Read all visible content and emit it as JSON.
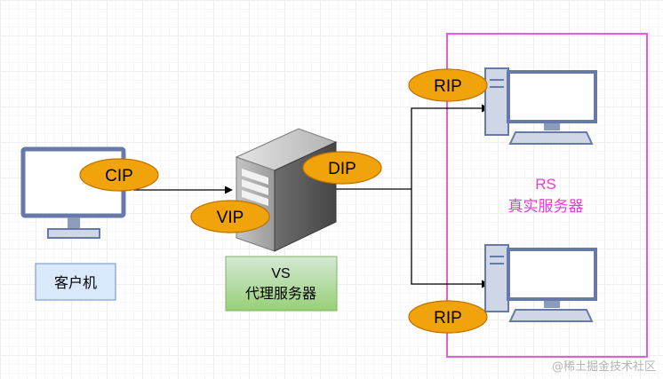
{
  "client": {
    "label": "客户机",
    "ip_label": "CIP"
  },
  "proxy": {
    "vip_label": "VIP",
    "dip_label": "DIP",
    "label_line1": "VS",
    "label_line2": "代理服务器"
  },
  "real_servers": {
    "label_line1": "RS",
    "label_line2": "真实服务器",
    "top_ip_label": "RIP",
    "bottom_ip_label": "RIP"
  },
  "watermark": "@稀土掘金技术社区",
  "colors": {
    "ellipse_fill": "#f0a30a",
    "ellipse_stroke": "#bd7000",
    "rs_border": "#e15fd8",
    "rs_text": "#e33ed6",
    "client_label_fill": "#dae8fc",
    "client_label_stroke": "#6c8ebf",
    "proxy_label_fill_top": "#d5e8d4",
    "proxy_label_fill_bottom": "#97d077",
    "proxy_label_stroke": "#82b366",
    "monitor_stroke": "#6779a8",
    "monitor_fill": "#cfd6e6",
    "server_dark": "#5a5a5a",
    "server_mid": "#8a8a8a",
    "server_light": "#c9c9c9"
  }
}
